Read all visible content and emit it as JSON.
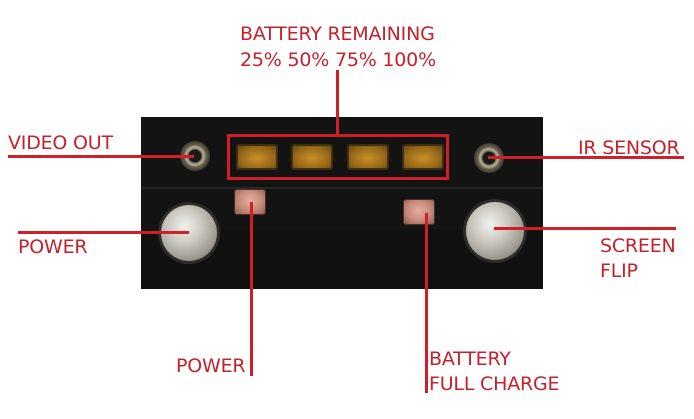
{
  "labels": {
    "battery_remaining_title": "BATTERY REMAINING",
    "battery_remaining_levels": "25% 50% 75% 100%",
    "video_out": "VIDEO OUT",
    "ir_sensor": "IR SENSOR",
    "power_button": "POWER",
    "screen_flip_line1": "SCREEN",
    "screen_flip_line2": "FLIP",
    "power_led": "POWER",
    "battery_full_line1": "BATTERY",
    "battery_full_line2": "FULL CHARGE"
  },
  "colors": {
    "label": "#c8202a",
    "leader_line": "#d01f26",
    "panel": "#131313",
    "battery_led": "#b07c20",
    "indicator_led": "#c68a78"
  }
}
